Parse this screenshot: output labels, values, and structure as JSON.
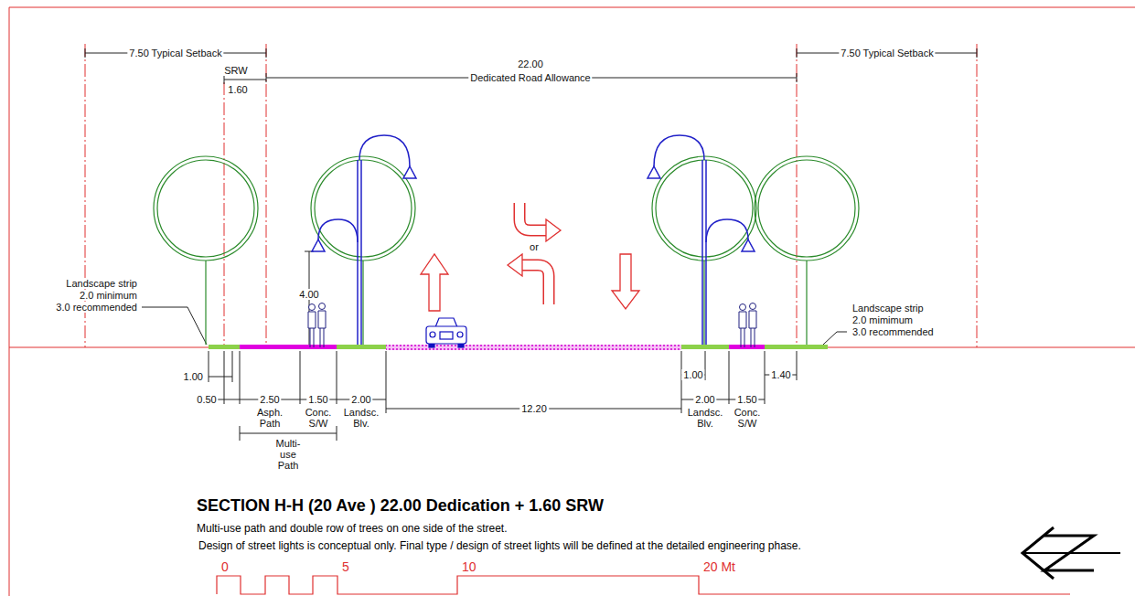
{
  "diagram": {
    "title": "SECTION H-H (20 Ave ) 22.00 Dedication + 1.60  SRW",
    "caption": "Multi-use path and double row of trees on  one  side of the street.",
    "labels": [
      "7.50 Typical Setback",
      "SRW",
      "1.60",
      "22.00",
      "Dedicated Road Allowance",
      "7.50 Typical Setback",
      "or",
      "Landscape strip",
      "2.0 minimum",
      "3.0 recommended",
      "4.00",
      "Landscape strip",
      "2.0 mimimum",
      "3.0 recommended",
      "1.00",
      "0.50",
      "2.50",
      "Asph. Path",
      "1.50",
      "Conc. S/W",
      "2.00",
      "Landsc. Blv.",
      "12.20",
      "1.00",
      "2.00",
      "Landsc. Blv.",
      "1.50",
      "Conc. S/W",
      "1.40",
      "Multi-use Path",
      "Design of street lights is conceptual only. Final type / design of street lights will be defined at the detailed engineering phase.",
      "0",
      "5",
      "10",
      "20 Mt"
    ]
  }
}
